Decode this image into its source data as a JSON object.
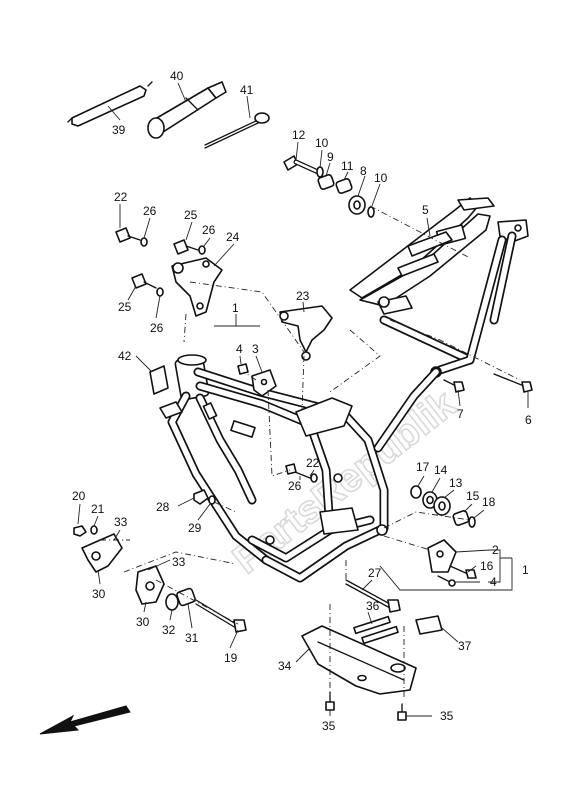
{
  "watermark": "PartsRepublik",
  "callouts": {
    "c1a": "1",
    "c1b": "1",
    "c2": "2",
    "c3": "3",
    "c4a": "4",
    "c4b": "4",
    "c5": "5",
    "c6": "6",
    "c7": "7",
    "c8": "8",
    "c9": "9",
    "c10a": "10",
    "c10b": "10",
    "c11": "11",
    "c12": "12",
    "c13": "13",
    "c14": "14",
    "c15": "15",
    "c16": "16",
    "c17": "17",
    "c18": "18",
    "c19": "19",
    "c20": "20",
    "c21": "21",
    "c22a": "22",
    "c22b": "22",
    "c23": "23",
    "c24": "24",
    "c25a": "25",
    "c25b": "25",
    "c26a": "26",
    "c26b": "26",
    "c26c": "26",
    "c26d": "26",
    "c27": "27",
    "c28": "28",
    "c29": "29",
    "c30a": "30",
    "c30b": "30",
    "c31": "31",
    "c32": "32",
    "c33a": "33",
    "c33b": "33",
    "c34": "34",
    "c35a": "35",
    "c35b": "35",
    "c36": "36",
    "c37": "37",
    "c39": "39",
    "c40": "40",
    "c41": "41",
    "c42": "42"
  },
  "icons": {
    "direction_arrow": "front-direction-arrow-icon"
  }
}
